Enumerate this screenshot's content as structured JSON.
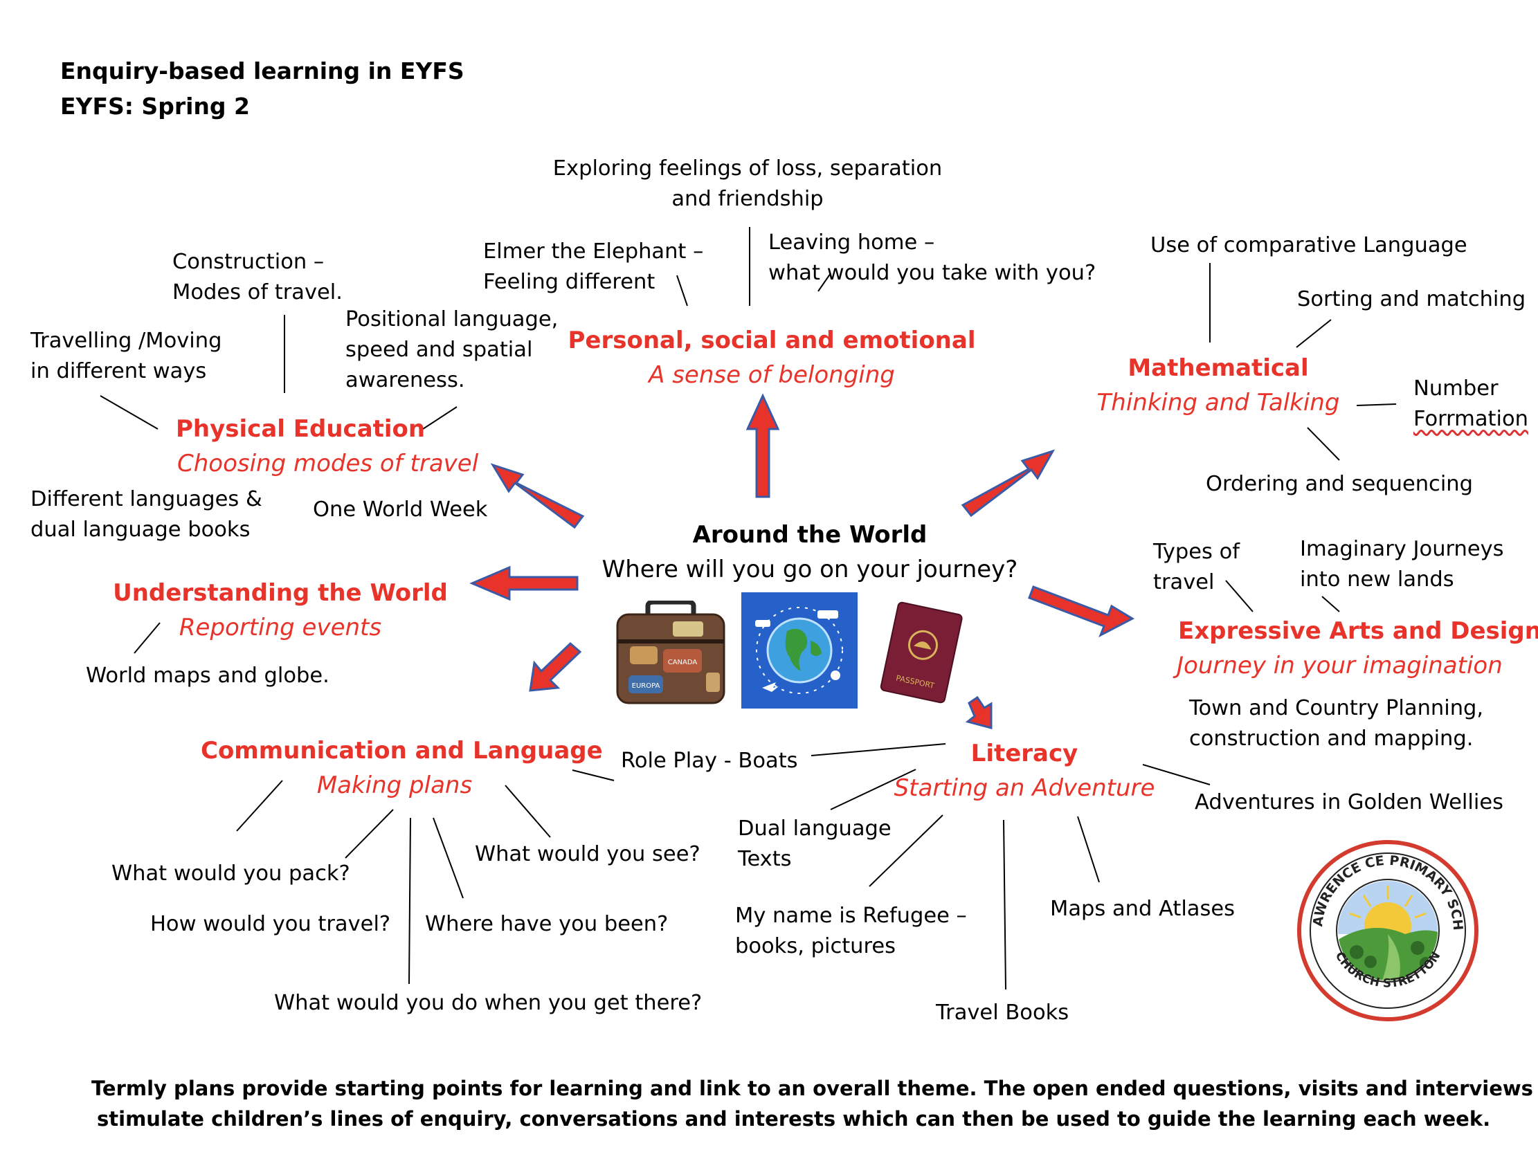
{
  "header": {
    "title": "Enquiry-based learning in EYFS",
    "term": "EYFS: Spring 2"
  },
  "center": {
    "title": "Around the World",
    "question": "Where will you go on your journey?"
  },
  "areas": {
    "pse": {
      "title": "Personal, social and emotional",
      "subtitle": "A sense of belonging"
    },
    "pe": {
      "title": "Physical Education",
      "subtitle": "Choosing modes of travel"
    },
    "maths": {
      "title": "Mathematical",
      "subtitle": "Thinking and Talking"
    },
    "utw": {
      "title": "Understanding the World",
      "subtitle": "Reporting events"
    },
    "ead": {
      "title": "Expressive Arts and Design",
      "subtitle": "Journey in your imagination"
    },
    "cl": {
      "title": "Communication and Language",
      "subtitle": "Making plans"
    },
    "lit": {
      "title": "Literacy",
      "subtitle": "Starting an Adventure"
    }
  },
  "notes": {
    "pse_1": [
      "Exploring feelings of loss, separation",
      "and friendship"
    ],
    "pse_2": [
      "Elmer the Elephant –",
      "Feeling different"
    ],
    "pse_3": [
      "Leaving home –",
      "what would you take with you?"
    ],
    "pe_1": [
      "Construction –",
      "Modes of travel."
    ],
    "pe_2": [
      "Travelling /Moving",
      "in different ways"
    ],
    "pe_3": [
      "Positional language,",
      "speed and spatial",
      "awareness."
    ],
    "pe_4": [
      "Different languages &",
      "dual language books"
    ],
    "pe_5": "One World Week",
    "maths_1": "Use of comparative Language",
    "maths_2": "Sorting and matching",
    "maths_3a": "Number",
    "maths_3b": "Forrmation",
    "maths_4": "Ordering and sequencing",
    "utw_1": "World maps and globe.",
    "ead_1": [
      "Types of",
      "travel"
    ],
    "ead_2": [
      "Imaginary Journeys",
      "into new lands"
    ],
    "ead_3": [
      "Town and Country Planning,",
      "construction and mapping."
    ],
    "cl_1": "Role Play - Boats",
    "cl_2": "What would you pack?",
    "cl_3": "How would you travel?",
    "cl_4": "Where have you been?",
    "cl_5": "What would you see?",
    "cl_6": "What would you do when you get there?",
    "lit_1": "Adventures in Golden Wellies",
    "lit_2": [
      "Dual language",
      "Texts"
    ],
    "lit_3": [
      "My name is Refugee –",
      "books, pictures"
    ],
    "lit_4": "Maps and Atlases",
    "lit_5": "Travel Books"
  },
  "logo": {
    "top_text": "ST. LAWRENCE CE PRIMARY SCHOOL",
    "bottom_text": "CHURCH STRETTON",
    "passport_text": "PASSPORT",
    "suitcase_labels": [
      "EUROPA",
      "CANADA"
    ]
  },
  "colors": {
    "accent_red": "#e8332a",
    "arrow_outline": "#3b5aa6",
    "text": "#000000"
  },
  "footer": {
    "line1": "Termly plans provide starting points for learning and link to an overall theme. The open ended questions, visits and interviews",
    "line2": "stimulate children’s lines of enquiry, conversations and interests which can then be used to guide the learning each week."
  }
}
